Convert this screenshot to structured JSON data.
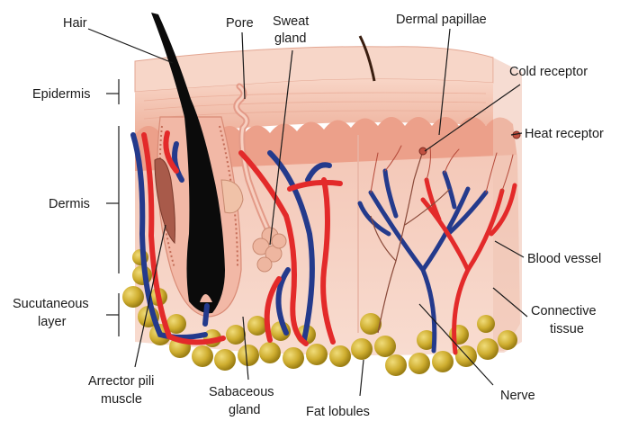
{
  "labels": {
    "hair": "Hair",
    "pore": "Pore",
    "sweat_gland_1": "Sweat",
    "sweat_gland_2": "gland",
    "dermal_papillae": "Dermal papillae",
    "cold_receptor": "Cold receptor",
    "heat_receptor": "Heat receptor",
    "epidermis": "Epidermis",
    "dermis": "Dermis",
    "subcutaneous_1": "Sucutaneous",
    "subcutaneous_2": "layer",
    "blood_vessel": "Blood vessel",
    "connective_tissue_1": "Connective",
    "connective_tissue_2": "tissue",
    "arrector_pili_1": "Arrector pili",
    "arrector_pili_2": "muscle",
    "sabaceous_1": "Sabaceous",
    "sabaceous_2": "gland",
    "fat_lobules": "Fat lobules",
    "nerve": "Nerve"
  },
  "colors": {
    "epidermis_top": "#f5c9b8",
    "epidermis_side": "#f0b6a4",
    "papillae": "#eba48c",
    "dermis": "#f6d3c6",
    "dermis_side": "#efc2b2",
    "artery": "#e32a2a",
    "vein": "#243a8c",
    "hair": "#0b0b0b",
    "fat": "#c9a92c",
    "fat_highlight": "#e9d36a",
    "nerve": "#8a4a3a",
    "text": "#1a1a1a"
  }
}
